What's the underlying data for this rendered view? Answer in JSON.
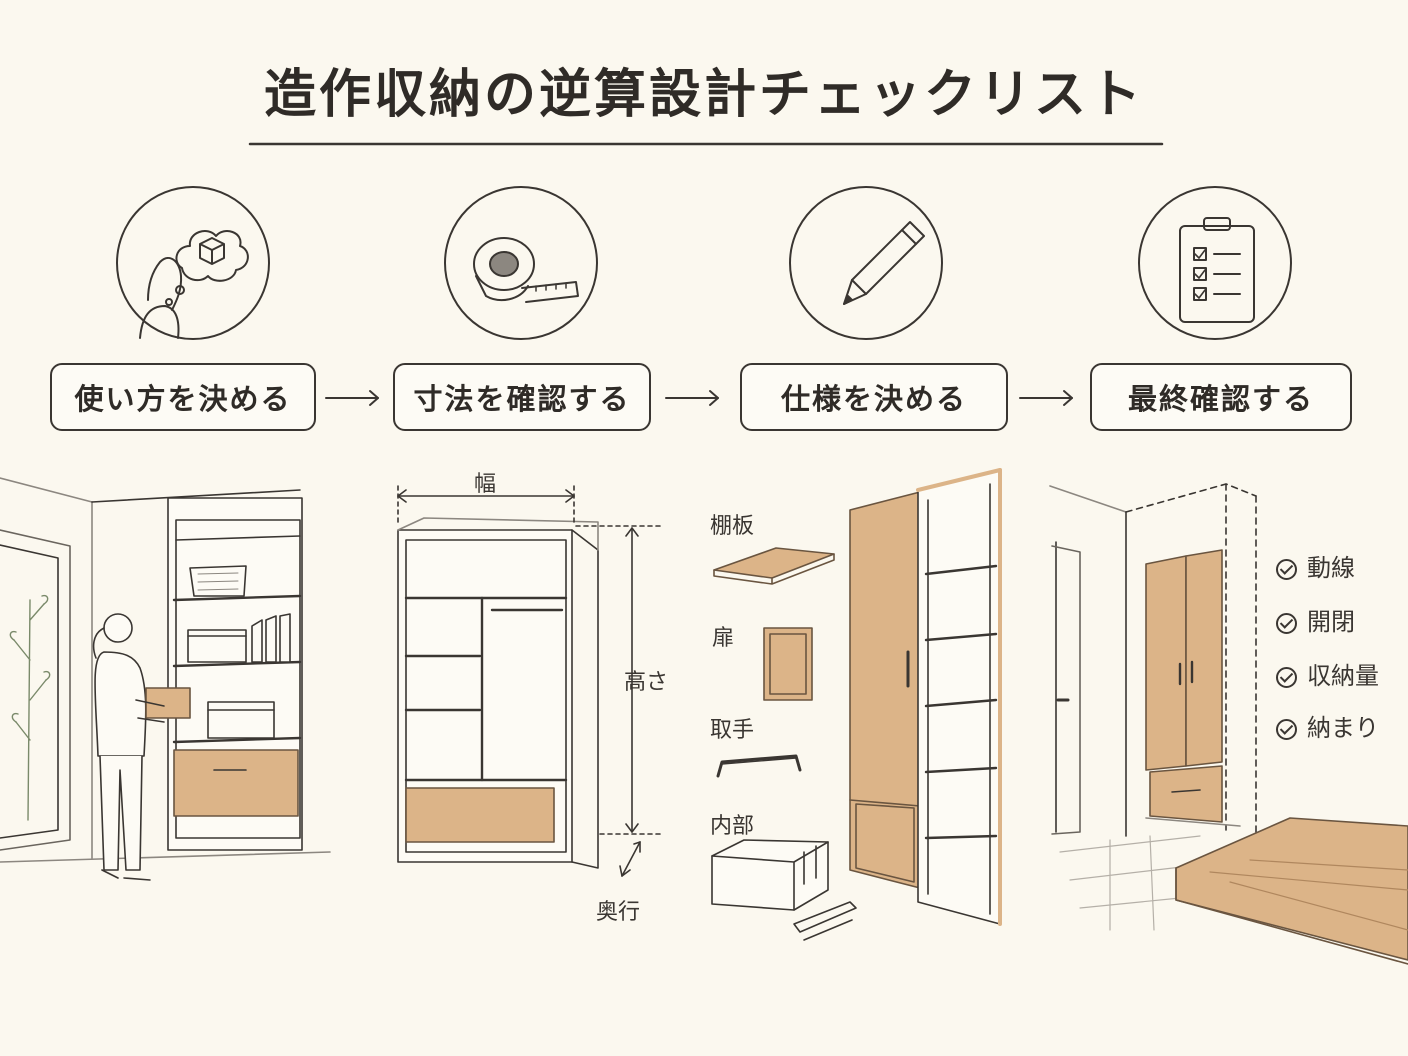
{
  "title": "造作収納の逆算設計チェックリスト",
  "steps": [
    {
      "label": "使い方を決める",
      "icon": "person-thinking-icon"
    },
    {
      "label": "寸法を確認する",
      "icon": "tape-measure-icon"
    },
    {
      "label": "仕様を決める",
      "icon": "pencil-icon"
    },
    {
      "label": "最終確認する",
      "icon": "clipboard-checklist-icon"
    }
  ],
  "dimensions": {
    "width": "幅",
    "height": "高さ",
    "depth": "奥行"
  },
  "parts": {
    "shelf": "棚板",
    "door": "扉",
    "handle": "取手",
    "interior": "内部"
  },
  "checklist": [
    "動線",
    "開閉",
    "収納量",
    "納まり"
  ],
  "colors": {
    "background": "#fbf8ef",
    "ink": "#3a3632",
    "wood": "#dcb488"
  }
}
